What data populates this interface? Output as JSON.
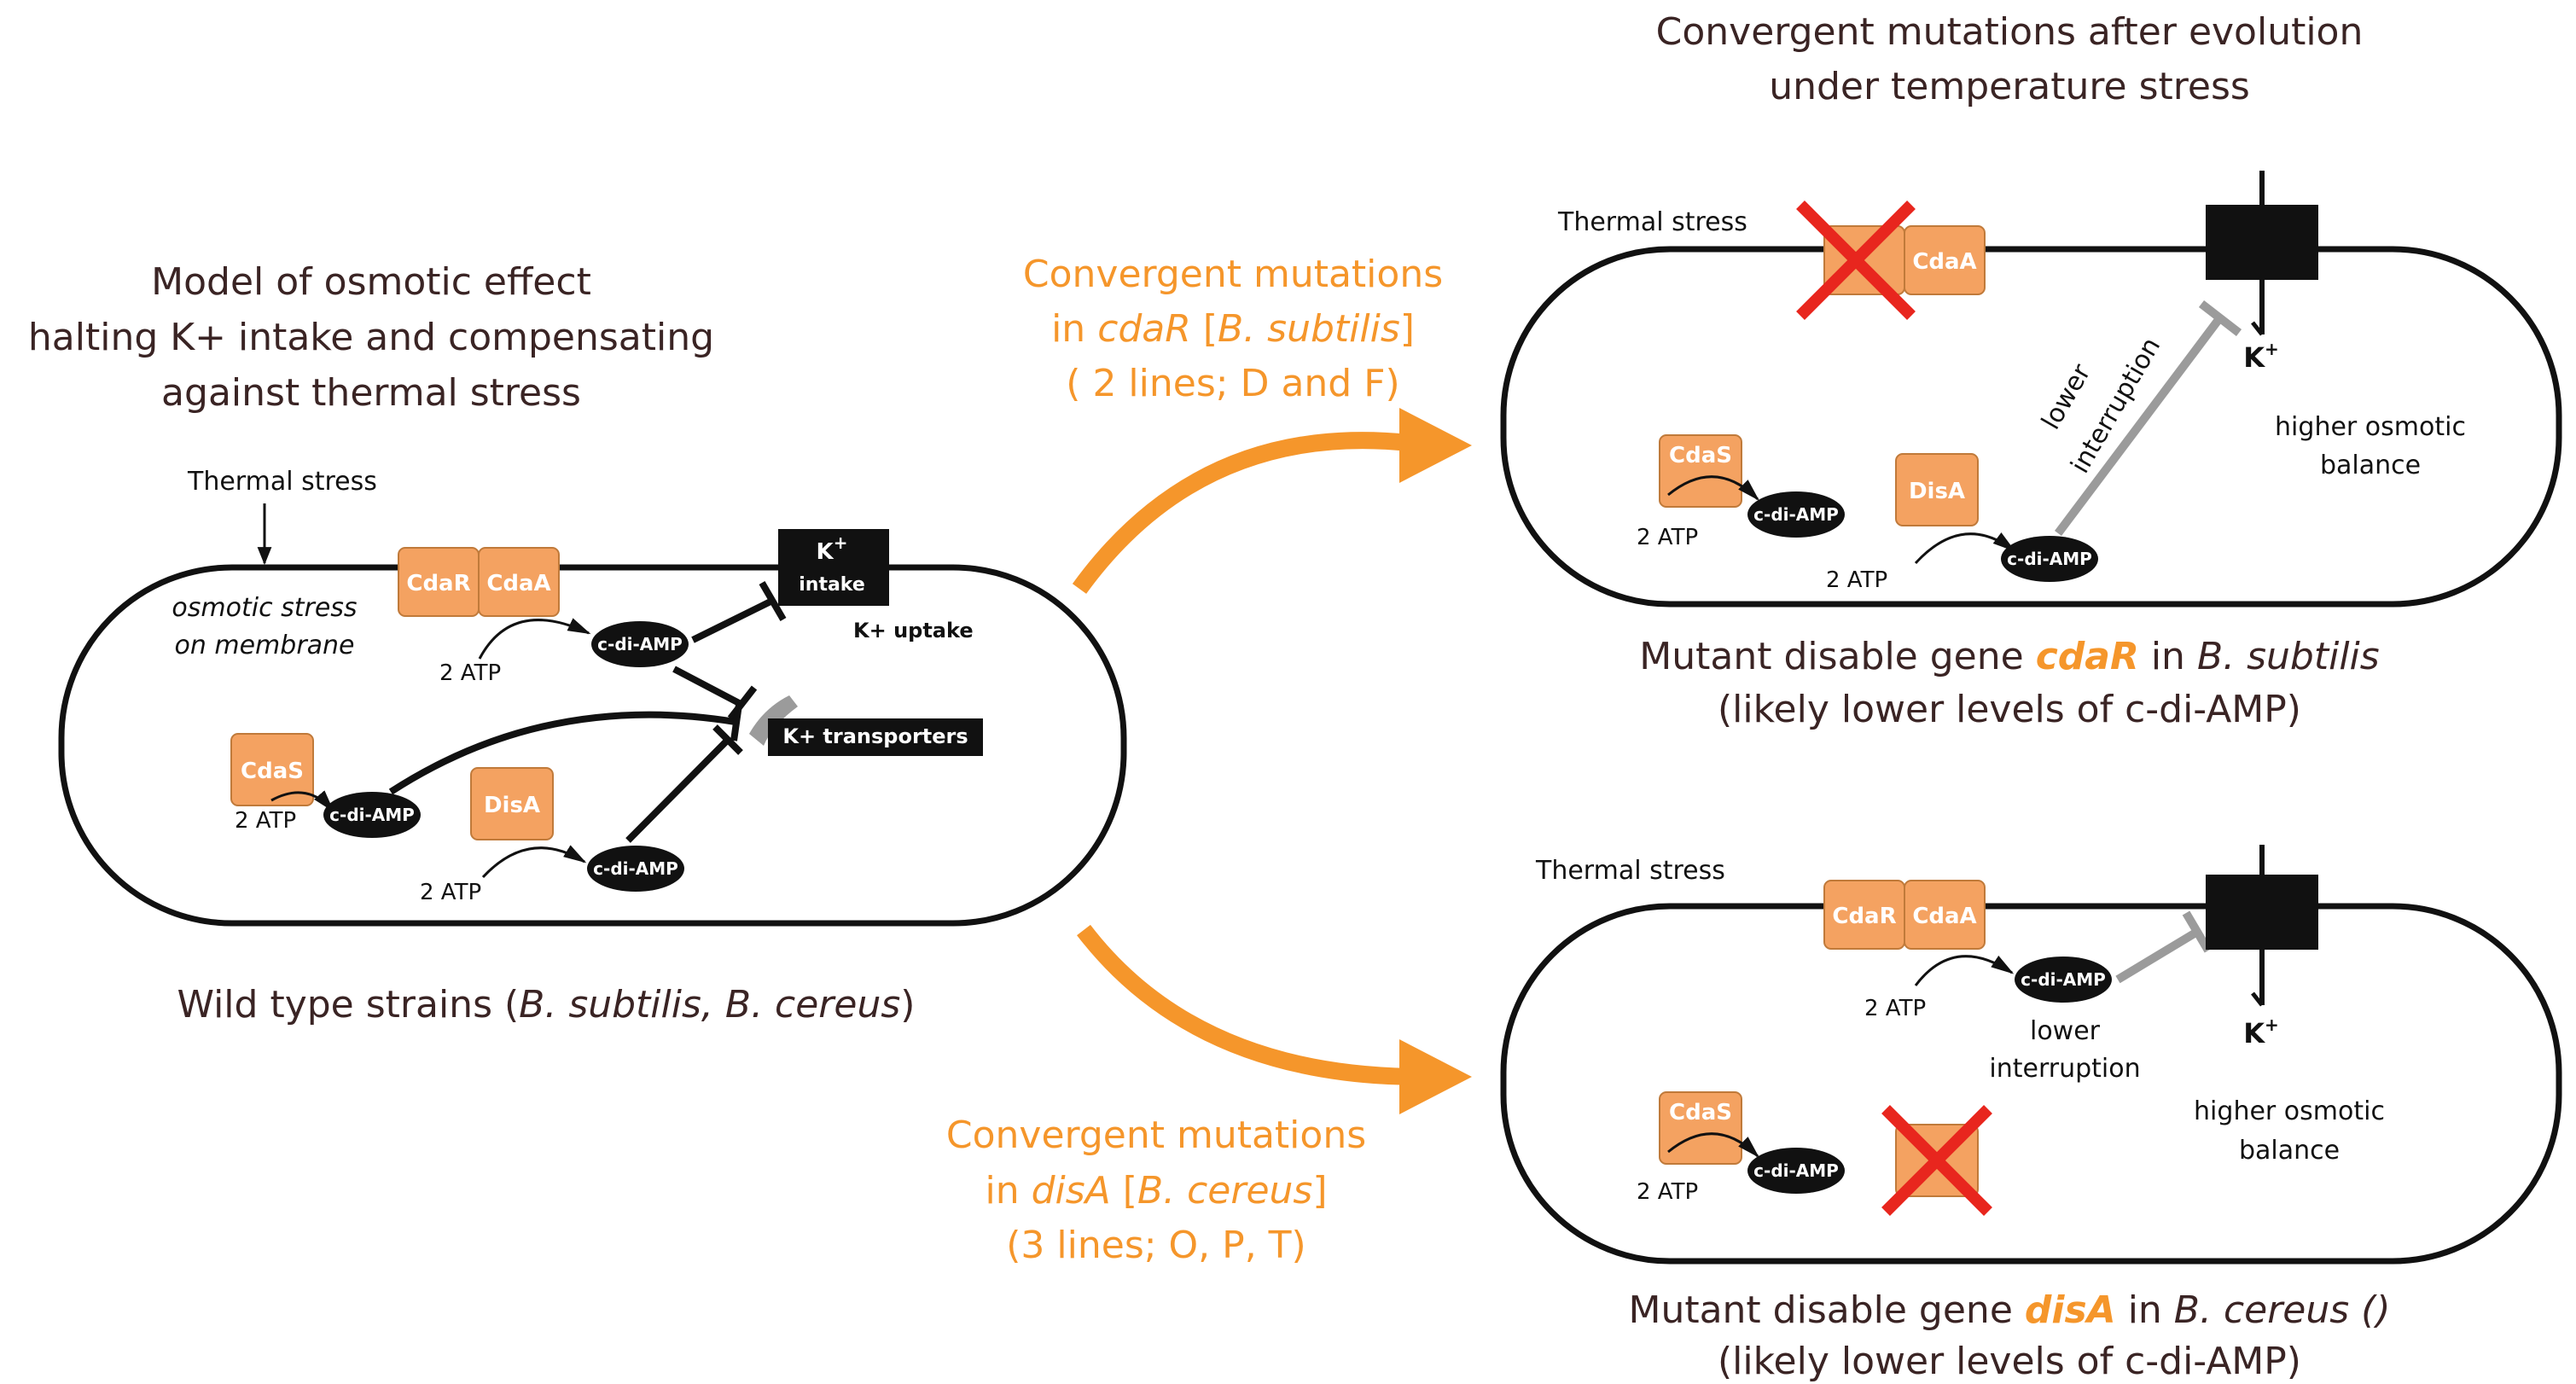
{
  "title": {
    "line1": "Convergent mutations after evolution",
    "line2": "under  temperature stress"
  },
  "model": {
    "line1": "Model of osmotic effect",
    "line2": "halting K+ intake and compensating",
    "line3": "against thermal stress",
    "thermal_stress": "Thermal stress",
    "osmotic_line1": "osmotic stress",
    "osmotic_line2": "on membrane",
    "cdaR": "CdaR",
    "cdaA": "CdaA",
    "cdaS": "CdaS",
    "disA": "DisA",
    "atp": "2 ATP",
    "cdiamp": "c-di-AMP",
    "k": "K",
    "k_plus": "+",
    "intake": "intake",
    "k_uptake": "K+ uptake",
    "k_transporters": "K+ transporters",
    "caption_prefix": "Wild type strains (",
    "caption_species": "B. subtilis, B. cereus",
    "caption_suffix": ")"
  },
  "arrow_top": {
    "line1": "Convergent mutations",
    "line2_prefix": "in ",
    "line2_gene": "cdaR",
    "line2_mid": "  [",
    "line2_species": "B. subtilis",
    "line2_suffix": "]",
    "line3": "( 2 lines;   D and F)"
  },
  "arrow_bottom": {
    "line1": "Convergent mutations",
    "line2_prefix": "in  ",
    "line2_gene": "disA",
    "line2_mid": " [",
    "line2_species": "B. cereus",
    "line2_suffix": "]",
    "line3": "(3 lines;  O, P, T)"
  },
  "cell_top": {
    "thermal_stress": "Thermal stress",
    "cdaA": "CdaA",
    "cdaS": "CdaS",
    "disA": "DisA",
    "atp": "2 ATP",
    "cdiamp": "c-di-AMP",
    "k": "K",
    "k_plus": "+",
    "lower": "lower",
    "interruption": "interruption",
    "osmotic_line1": "higher osmotic",
    "osmotic_line2": "balance",
    "caption1_prefix": "Mutant disable gene ",
    "caption1_gene": "cdaR",
    "caption1_mid": " in ",
    "caption1_species": "B. subtilis",
    "caption2": "(likely lower levels of c-di-AMP)"
  },
  "cell_bottom": {
    "thermal_stress": "Thermal stress",
    "cdaR": "CdaR",
    "cdaA": "CdaA",
    "cdaS": "CdaS",
    "atp": "2 ATP",
    "cdiamp": "c-di-AMP",
    "k": "K",
    "k_plus": "+",
    "lower": "lower",
    "interruption": "interruption",
    "osmotic_line1": "higher osmotic",
    "osmotic_line2": "balance",
    "caption1_prefix": "Mutant disable gene ",
    "caption1_gene": "disA",
    "caption1_mid": " in ",
    "caption1_species": "B. cereus  ()",
    "caption2": "(likely lower levels of c-di-AMP)"
  },
  "colors": {
    "protein": "#f4a261",
    "accent": "#f5962b",
    "cross": "#e8261e",
    "text": "#3a2424",
    "inhibit_gray": "#9b9b9b"
  }
}
